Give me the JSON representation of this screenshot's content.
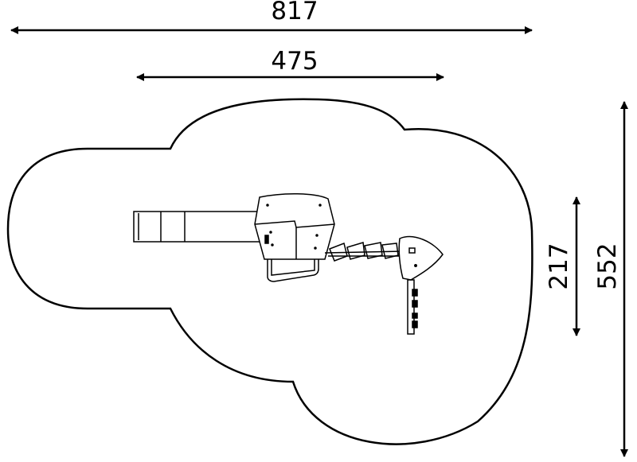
{
  "dimensions": {
    "overall_width": "817",
    "structure_width": "475",
    "overall_depth": "552",
    "structure_depth": "217"
  },
  "colors": {
    "line": "#000000",
    "background": "#ffffff"
  }
}
